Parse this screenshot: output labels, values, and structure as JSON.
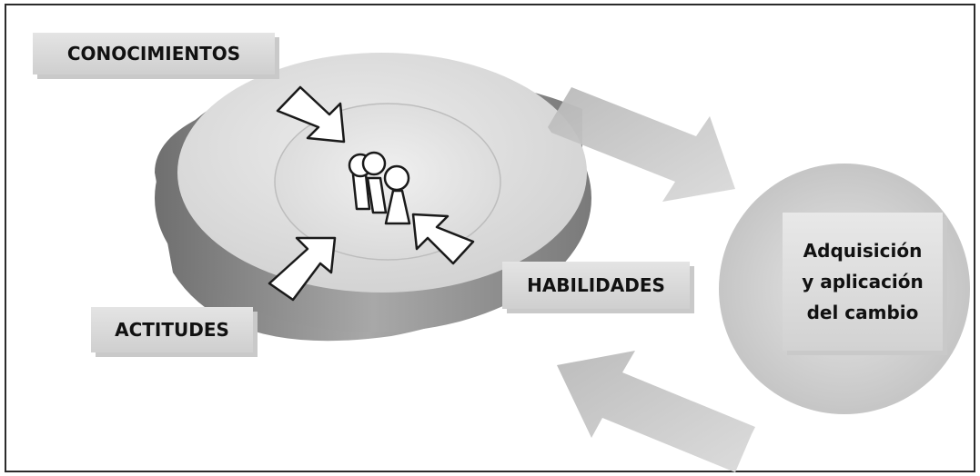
{
  "diagram": {
    "labels": {
      "knowledge": "CONOCIMIENTOS",
      "attitudes": "ACTITUDES",
      "skills": "HABILIDADES",
      "result_line1": "Adquisición",
      "result_line2": "y aplicación",
      "result_line3": "del cambio"
    },
    "colors": {
      "disc_top": "#d9d9d9",
      "disc_side": "#8a8a8a",
      "inner_disc": "#e3e3e3",
      "arrow_fill": "#ffffff",
      "wide_arrow": "#c4c4c4",
      "label_bg": "#d8d8d8",
      "border": "#2b2b2b"
    },
    "icons": [
      "people-icon",
      "arrow-in-icon",
      "cycle-arrow-icon"
    ]
  }
}
